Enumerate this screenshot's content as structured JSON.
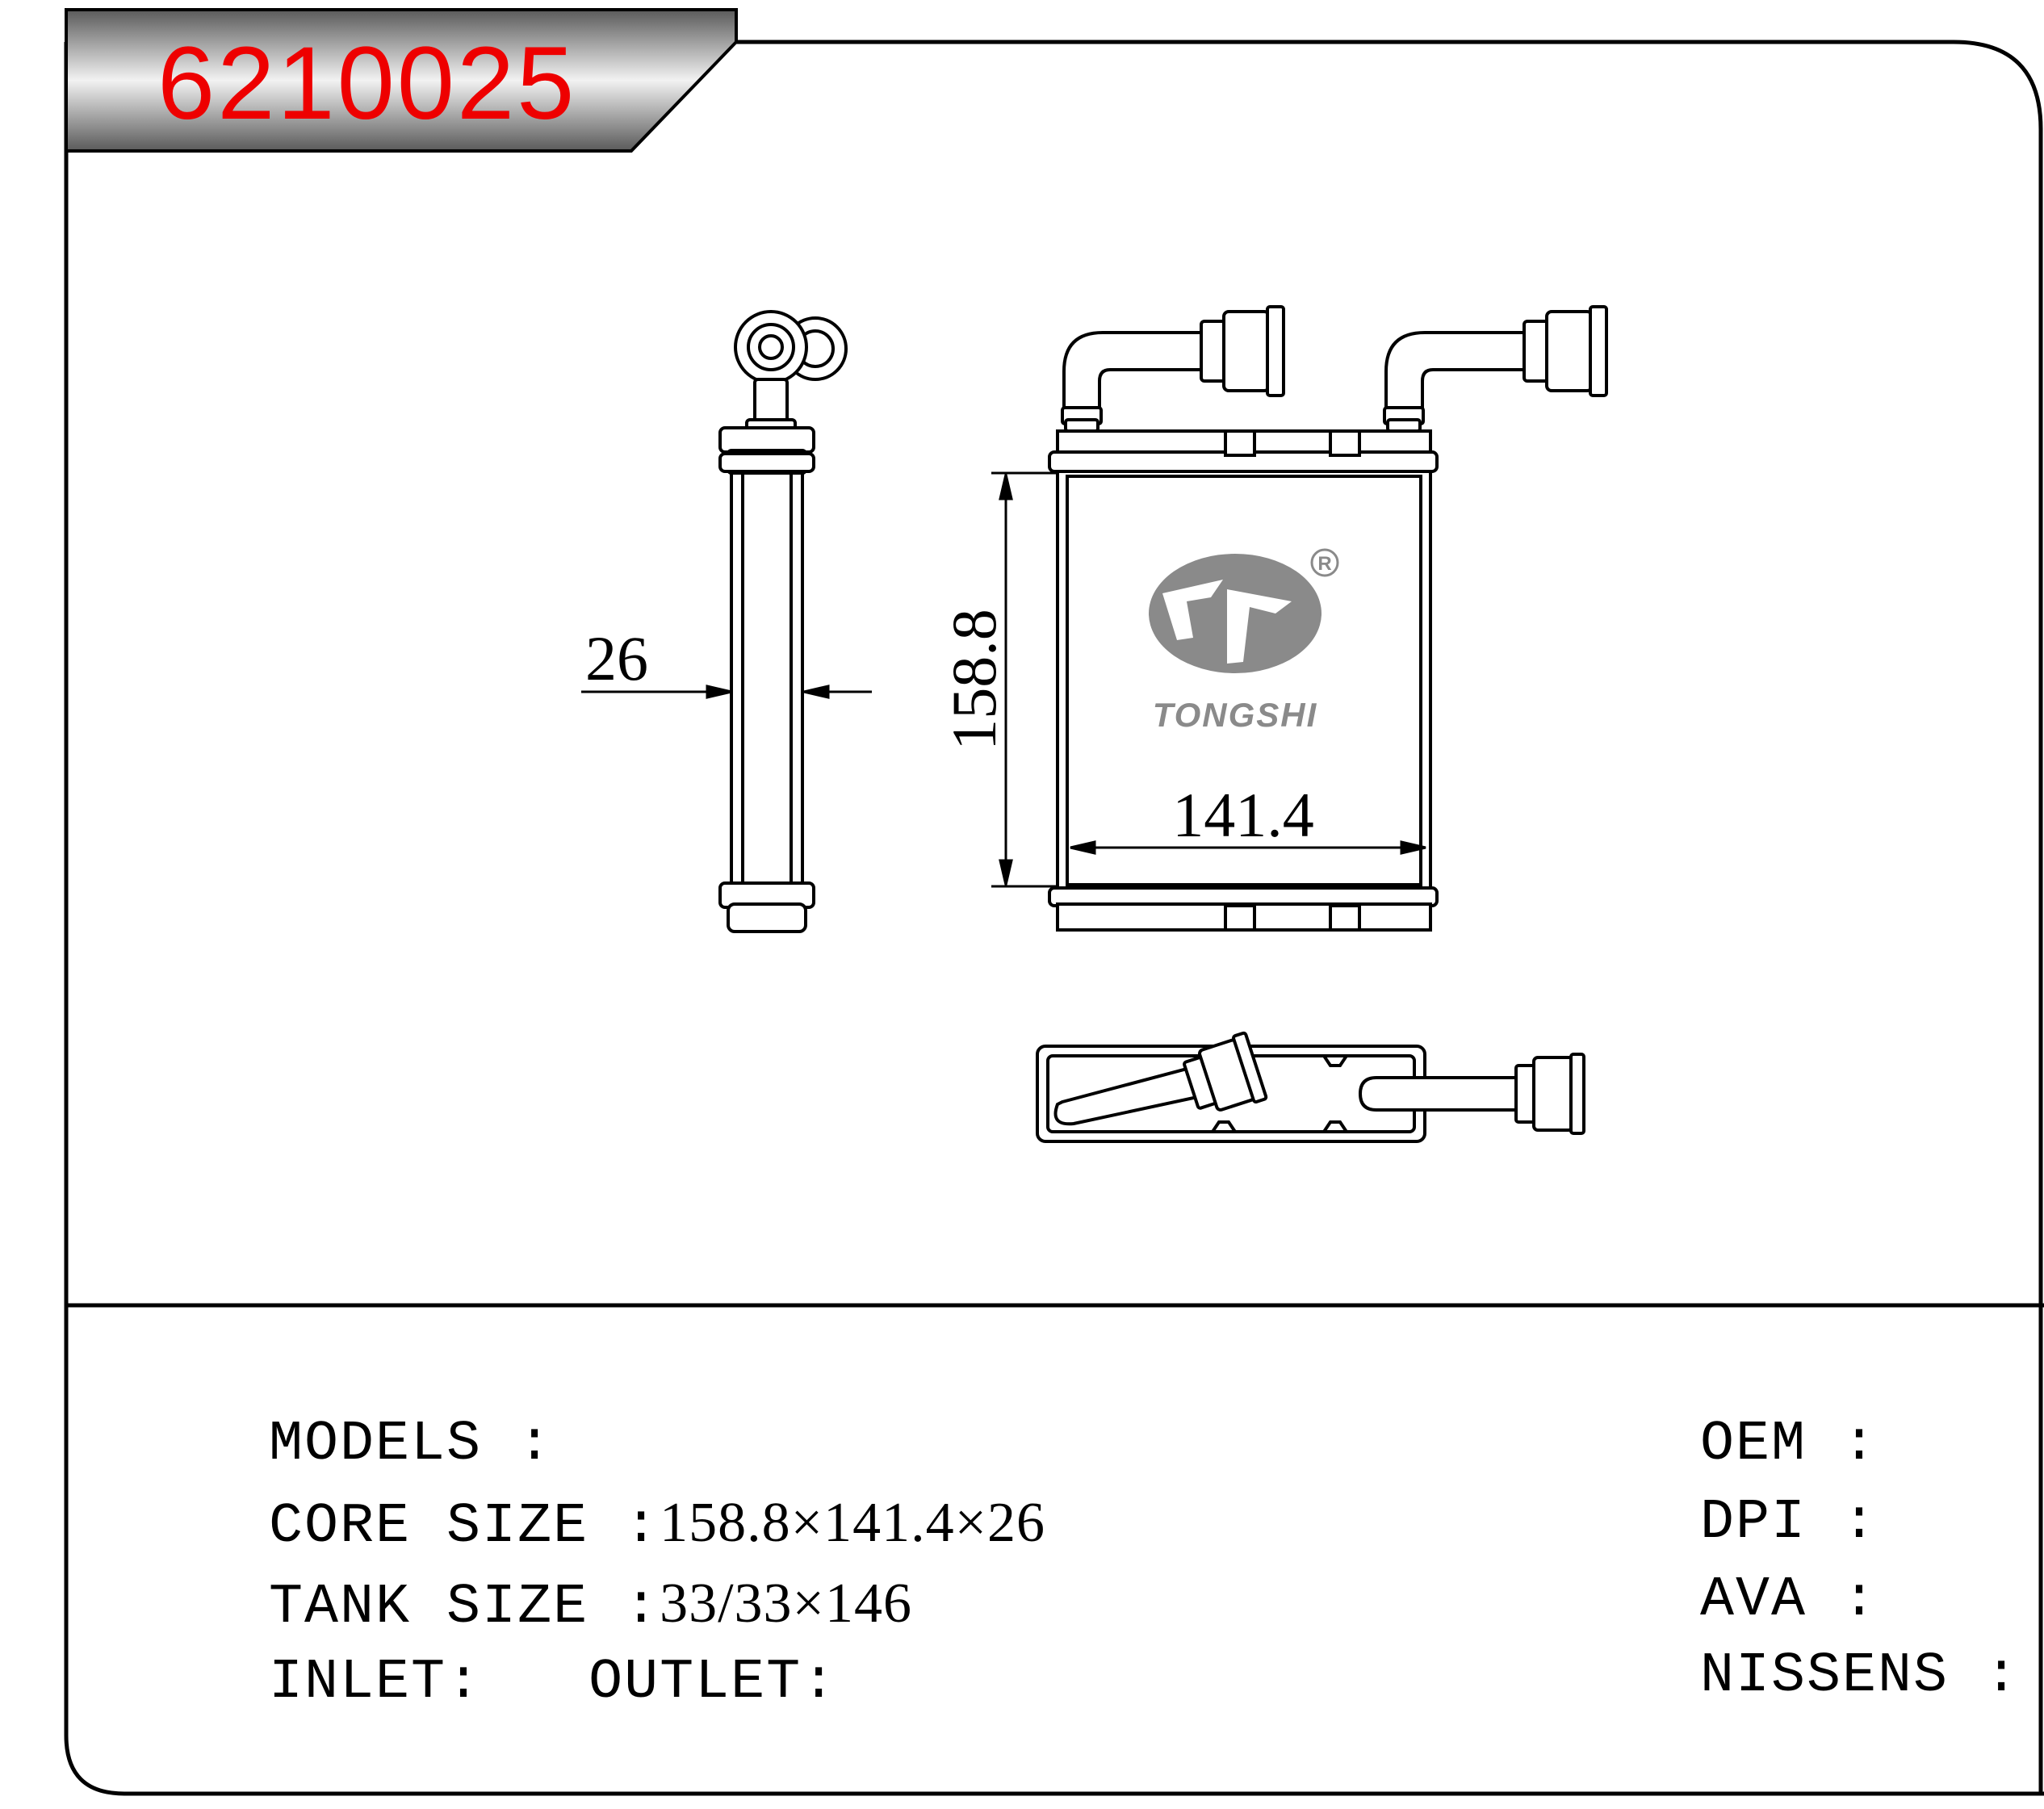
{
  "header": {
    "part_number": "6210025",
    "part_number_color": "#ee0000"
  },
  "drawing": {
    "dim_width": "26",
    "dim_height": "158.8",
    "dim_length": "141.4",
    "brand_name": "TONGSHI",
    "registered_mark": "R",
    "logo_color": "#8a8a8a"
  },
  "specs": {
    "models_label": "MODELS :",
    "models_value": "",
    "core_label": "CORE SIZE :",
    "core_value": "158.8×141.4×26",
    "tank_label": "TANK SIZE :",
    "tank_value": "33/33×146",
    "inlet_label": "INLET:",
    "outlet_label": "OUTLET:",
    "oem_label": "OEM :",
    "dpi_label": "DPI :",
    "ava_label": "AVA :",
    "nissens_label": "NISSENS :"
  }
}
